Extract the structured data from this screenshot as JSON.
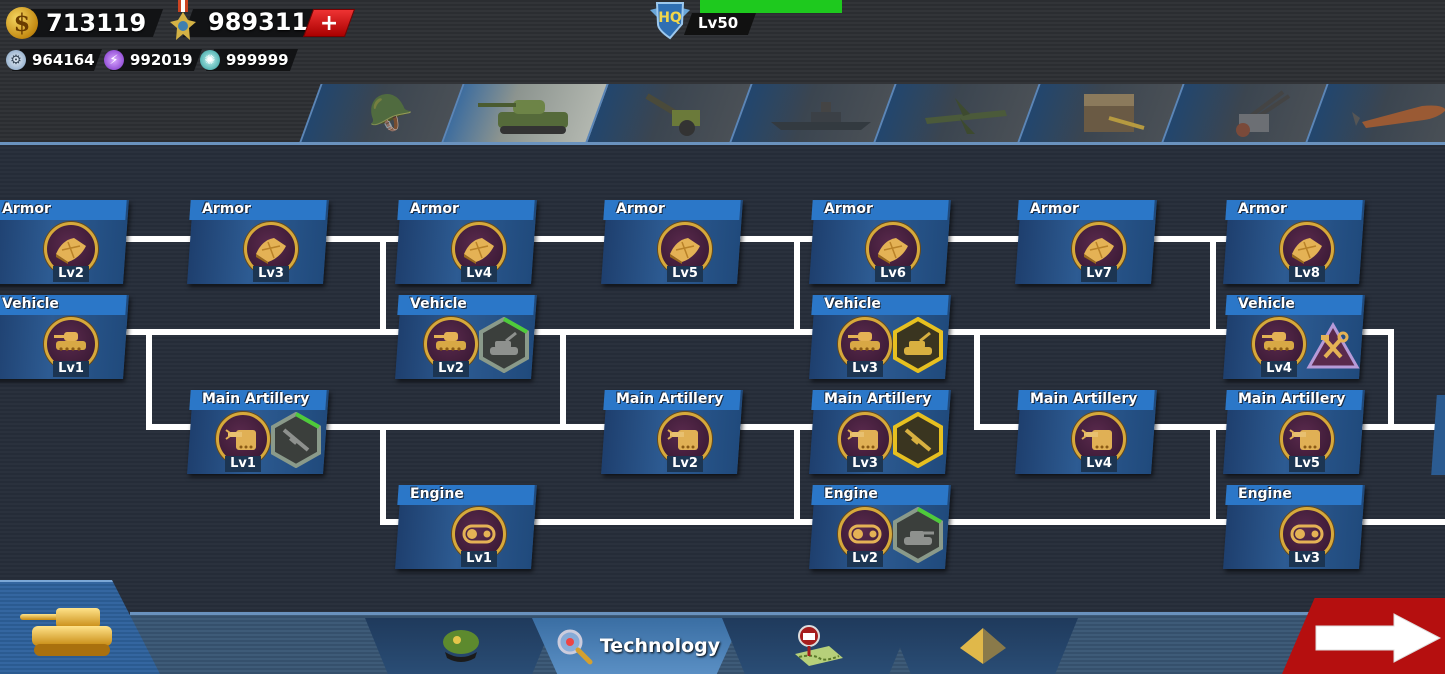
{
  "hud": {
    "gold": "713119",
    "medals": "989311",
    "add_label": "+",
    "gears": "964164",
    "energy": "992019",
    "atoms": "999999",
    "hq_label": "HQ",
    "hq_level": "Lv50",
    "hq_progress_percent": 100
  },
  "unit_tabs": [
    {
      "name": "infantry",
      "icon": "🪖"
    },
    {
      "name": "tank",
      "icon": "tank",
      "active": true
    },
    {
      "name": "artillery",
      "icon": "cannon"
    },
    {
      "name": "navy",
      "icon": "🚢"
    },
    {
      "name": "air-force",
      "icon": "✈"
    },
    {
      "name": "bunker",
      "icon": "bunker"
    },
    {
      "name": "anti-air",
      "icon": "aa-gun"
    },
    {
      "name": "missile",
      "icon": "🚀"
    }
  ],
  "tech_tree": {
    "nodes": [
      {
        "title": "Armor",
        "level": "Lv2",
        "icon": "armor-plate"
      },
      {
        "title": "Vehicle",
        "level": "Lv1",
        "icon": "tank"
      },
      {
        "title": "Armor",
        "level": "Lv3",
        "icon": "armor-plate"
      },
      {
        "title": "Main Artillery",
        "level": "Lv1",
        "icon": "turret",
        "unlock": "rifle",
        "unlock_state": "locked"
      },
      {
        "title": "Armor",
        "level": "Lv4",
        "icon": "armor-plate"
      },
      {
        "title": "Vehicle",
        "level": "Lv2",
        "icon": "tank",
        "unlock": "aa-tank",
        "unlock_state": "locked"
      },
      {
        "title": "Engine",
        "level": "Lv1",
        "icon": "track"
      },
      {
        "title": "Armor",
        "level": "Lv5",
        "icon": "armor-plate"
      },
      {
        "title": "Main Artillery",
        "level": "Lv2",
        "icon": "turret"
      },
      {
        "title": "Armor",
        "level": "Lv6",
        "icon": "armor-plate"
      },
      {
        "title": "Vehicle",
        "level": "Lv3",
        "icon": "tank",
        "unlock": "aa-tank",
        "unlock_state": "unlocked"
      },
      {
        "title": "Main Artillery",
        "level": "Lv3",
        "icon": "turret",
        "unlock": "rifle",
        "unlock_state": "unlocked"
      },
      {
        "title": "Engine",
        "level": "Lv2",
        "icon": "track",
        "unlock": "tank",
        "unlock_state": "locked"
      },
      {
        "title": "Armor",
        "level": "Lv7",
        "icon": "armor-plate"
      },
      {
        "title": "Main Artillery",
        "level": "Lv4",
        "icon": "turret"
      },
      {
        "title": "Armor",
        "level": "Lv8",
        "icon": "armor-plate"
      },
      {
        "title": "Vehicle",
        "level": "Lv4",
        "icon": "tank",
        "unlock": "repair-tools",
        "unlock_state": "special"
      },
      {
        "title": "Main Artillery",
        "level": "Lv5",
        "icon": "turret"
      },
      {
        "title": "Engine",
        "level": "Lv3",
        "icon": "track"
      }
    ]
  },
  "bottom_nav": {
    "tabs": [
      {
        "name": "officers",
        "label": ""
      },
      {
        "name": "technology",
        "label": "Technology",
        "active": true
      },
      {
        "name": "map",
        "label": ""
      },
      {
        "name": "pyramid",
        "label": ""
      }
    ]
  },
  "colors": {
    "accent_blue": "#2b77c8",
    "gold": "#d7a93a",
    "next_red": "#b50f0f",
    "hq_green": "#1ec91e"
  }
}
